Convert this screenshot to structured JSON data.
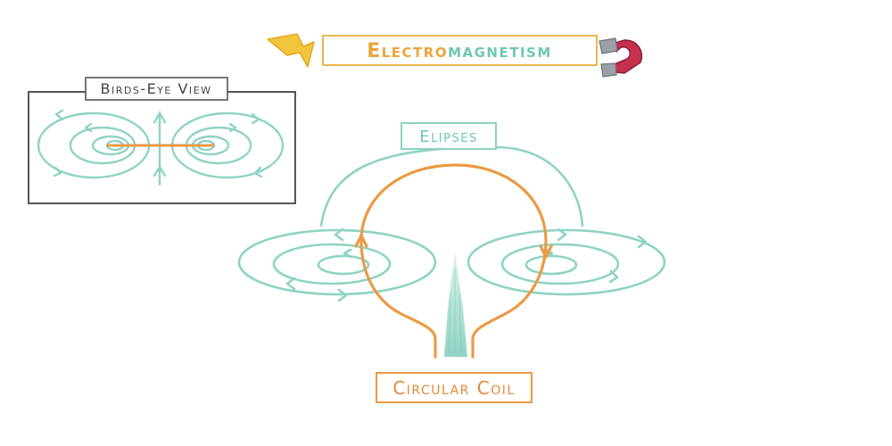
{
  "title": {
    "part1": "Electro",
    "part2": "magnetism"
  },
  "birds_eye_view": {
    "label": "Birds-Eye View"
  },
  "labels": {
    "ellipses": "Elipses",
    "circular_coil": "Circular Coil"
  },
  "colors": {
    "field_line": "#8fd3c3",
    "coil": "#eb9a45",
    "title_orange": "#eaa53a",
    "title_teal": "#6fc8b2",
    "frame_dark": "#444444",
    "lightning": "#f3c53a",
    "magnet": "#c4304e",
    "magnet_tips": "#9aa0a6"
  },
  "icons": {
    "lightning": "lightning-bolt-icon",
    "magnet": "horseshoe-magnet-icon"
  }
}
